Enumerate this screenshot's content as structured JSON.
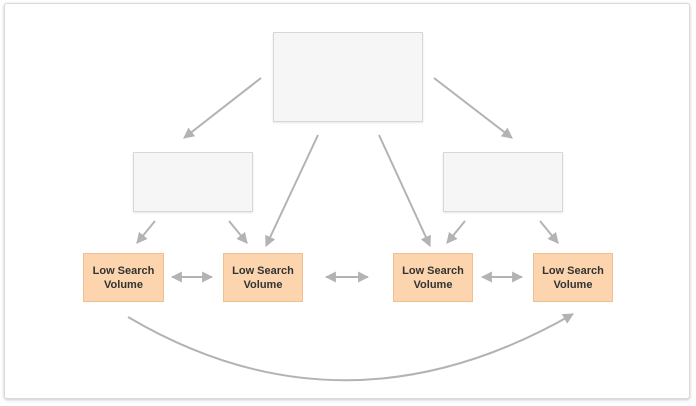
{
  "diagram": {
    "top_node": {
      "label": ""
    },
    "mid_nodes": [
      {
        "label": ""
      },
      {
        "label": ""
      }
    ],
    "keyword_nodes": [
      {
        "label": "Low Search\nVolume"
      },
      {
        "label": "Low Search\nVolume"
      },
      {
        "label": "Low Search\nVolume"
      },
      {
        "label": "Low Search\nVolume"
      }
    ],
    "colors": {
      "keyword_fill": "#fcd4ad",
      "keyword_border": "#eebf93",
      "placeholder_fill": "#f6f6f6",
      "arrow": "#b3b3b3"
    }
  }
}
